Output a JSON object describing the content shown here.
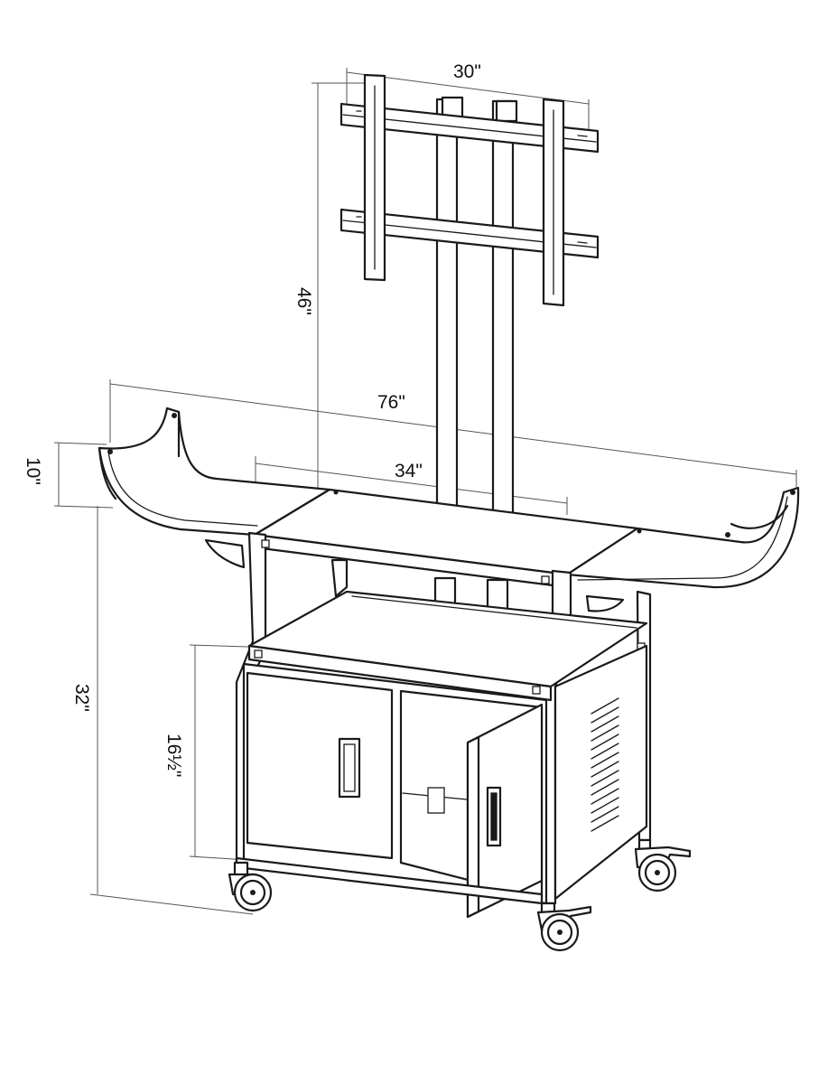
{
  "dimensions": {
    "mount_width": "30\"",
    "mount_height": "46\"",
    "overall_width": "76\"",
    "center_width": "34\"",
    "side_height": "10\"",
    "cart_height": "32\"",
    "cabinet_height": "16½\""
  }
}
